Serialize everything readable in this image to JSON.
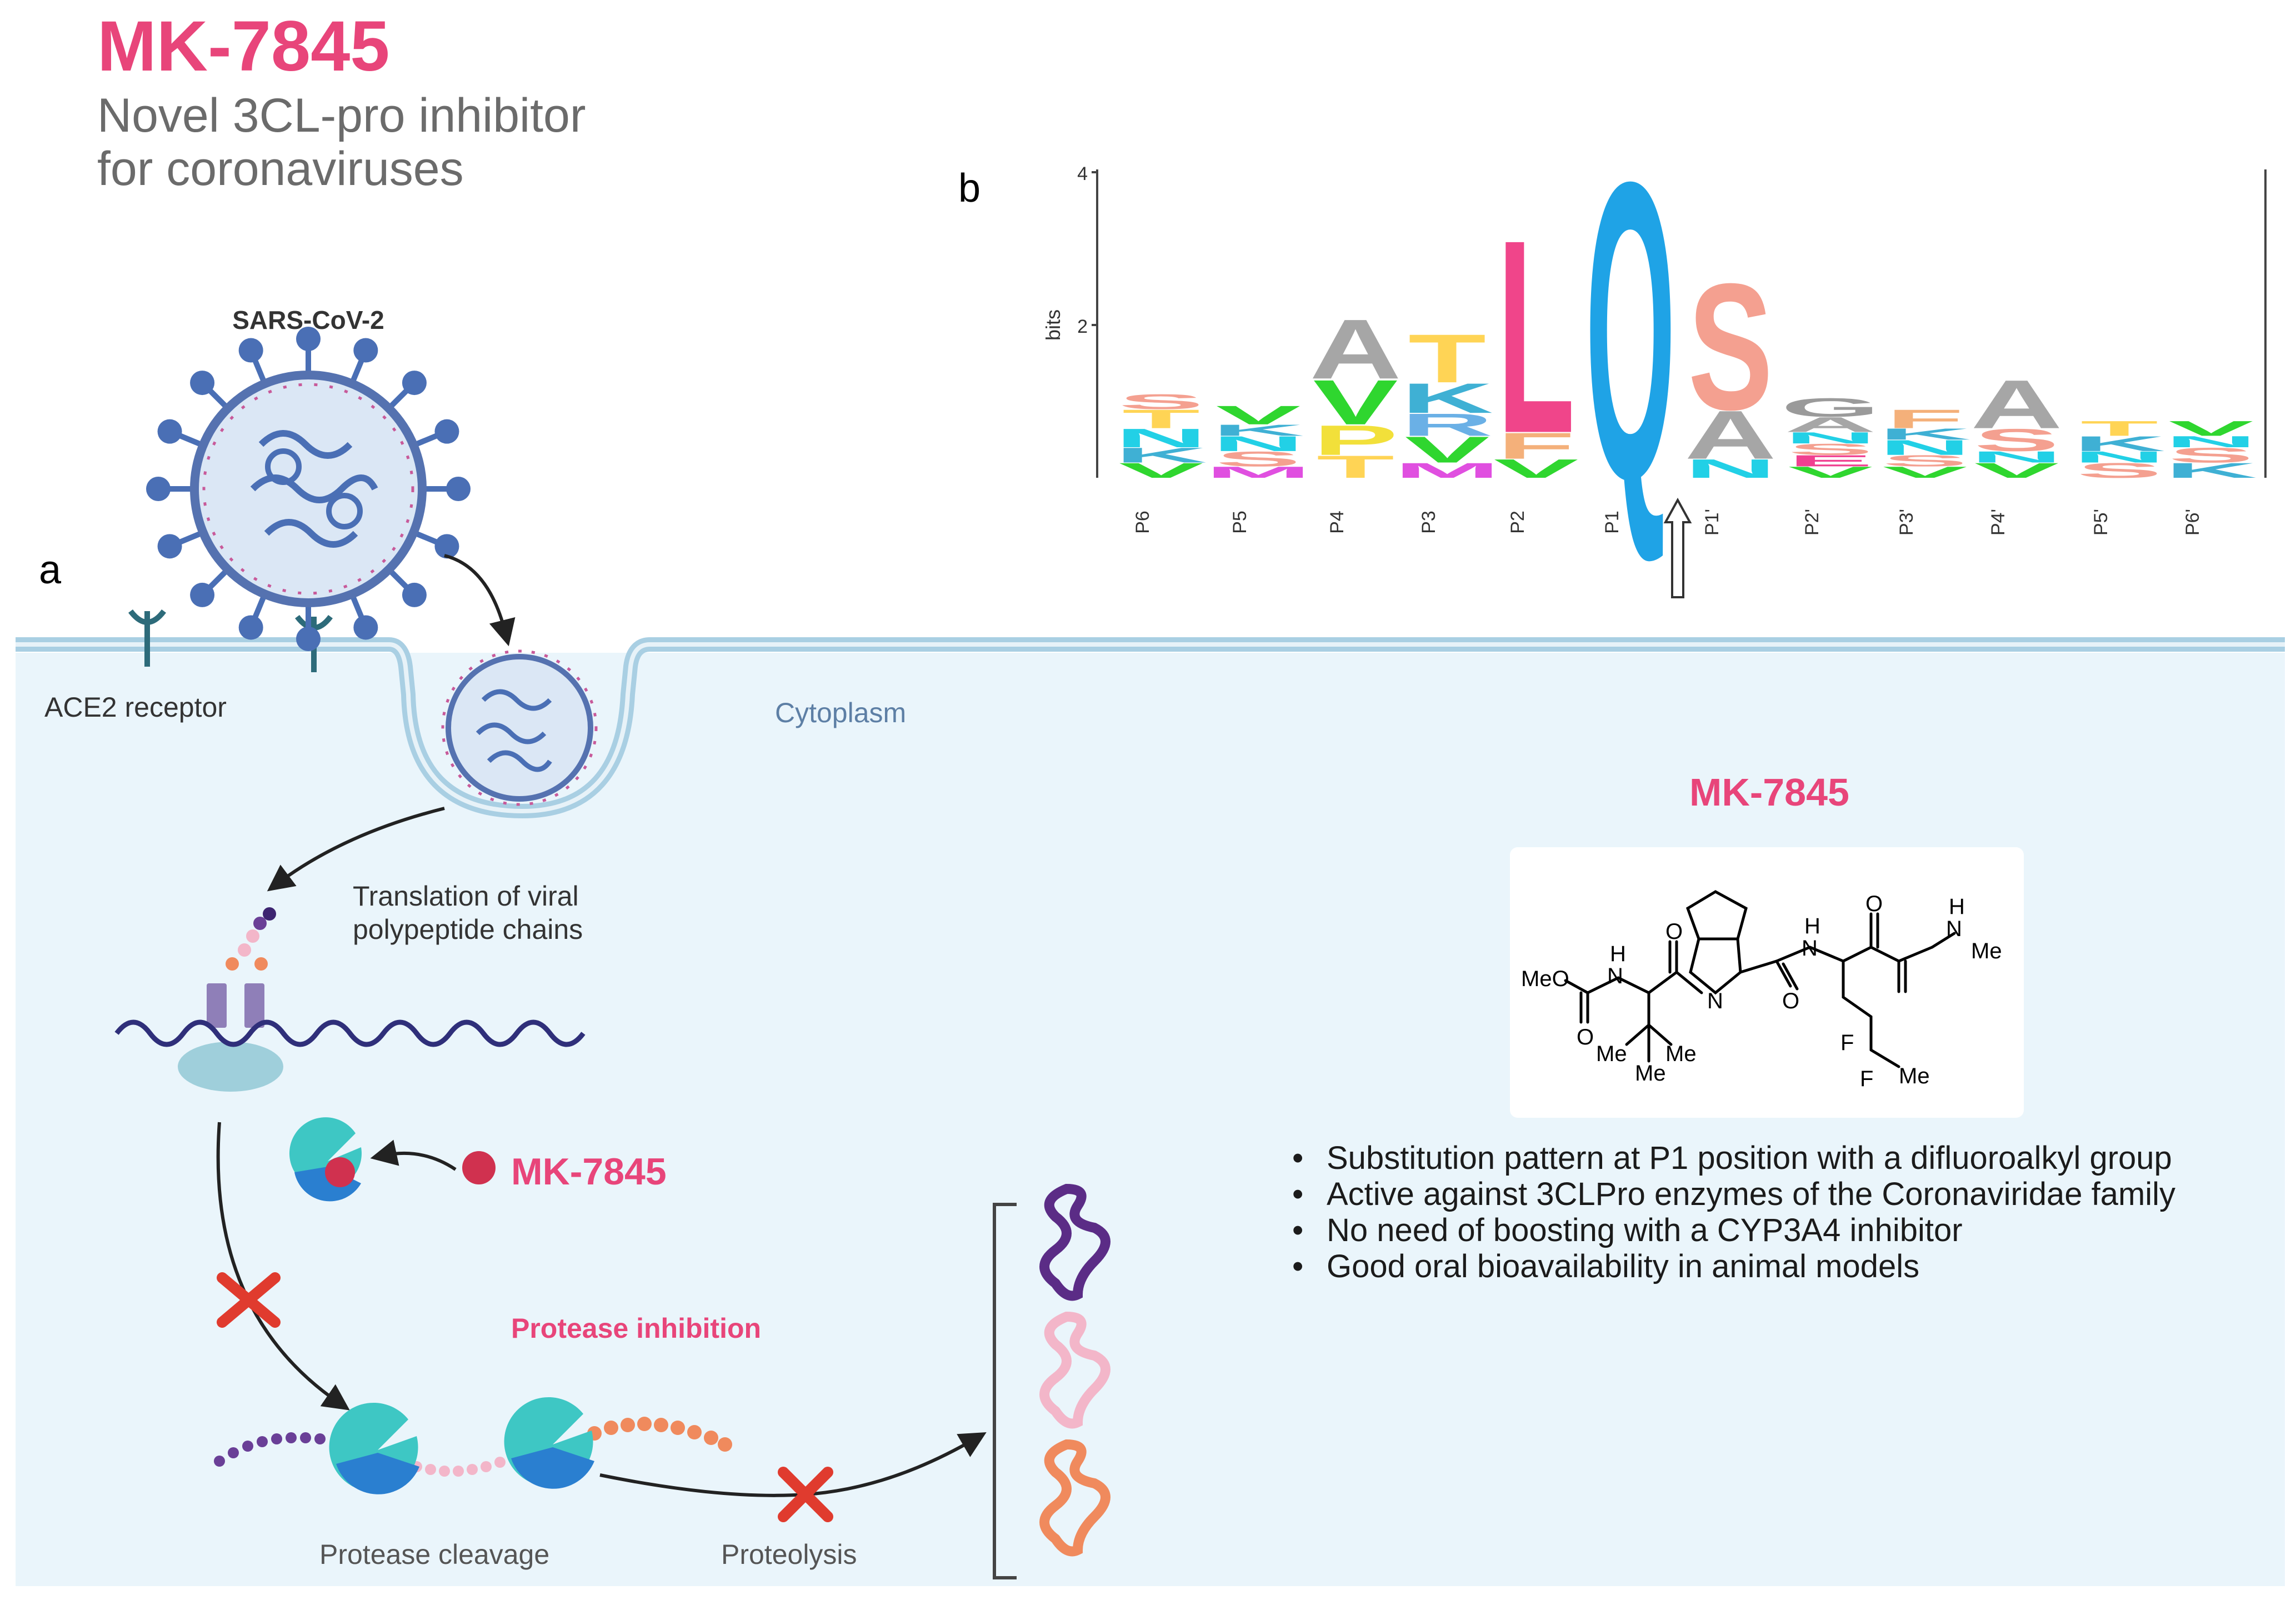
{
  "header": {
    "title": "MK-7845",
    "subtitle_lines": [
      "Novel 3CL-pro inhibitor",
      "for coronaviruses"
    ]
  },
  "panels": {
    "a": "a",
    "b": "b"
  },
  "pathway": {
    "virus_label": "SARS-CoV-2",
    "receptor_label": "ACE2 receptor",
    "cytoplasm_label": "Cytoplasm",
    "translation_label": [
      "Translation of viral",
      "polypeptide chains"
    ],
    "inhibitor_label": "MK-7845",
    "protease_inhibition_label": "Protease inhibition",
    "cleavage_label": "Protease cleavage",
    "proteolysis_label": "Proteolysis"
  },
  "compound": {
    "name": "MK-7845",
    "atoms": {
      "meo": "MeO",
      "h1": "H",
      "n1": "N",
      "o1": "O",
      "me1": "Me",
      "me2": "Me",
      "me3": "Me",
      "n2": "N",
      "o2": "O",
      "h2": "H",
      "n3": "N",
      "o3": "O",
      "o4": "O",
      "h3": "H",
      "n4": "N",
      "me4": "Me",
      "f1": "F",
      "f2": "F",
      "me5": "Me"
    },
    "notes": [
      "Substitution pattern at P1 position with a difluoroalkyl group",
      "Active against 3CLPro enzymes of the Coronaviridae family",
      "No need of boosting with a CYP3A4 inhibitor",
      "Good oral bioavailability in animal models"
    ]
  },
  "colors": {
    "title": "#e8457a",
    "inhibitor": "#e8457a",
    "cytoplasm_bg": "#eaf5fb",
    "membrane": "#a9cfe3",
    "virus_blue": "#4a6fb5",
    "protease_teal": "#3ec7c4",
    "protease_blue": "#2a7fd0",
    "inhibit_x": "#e03b2e"
  },
  "chart_data": {
    "type": "sequence-logo",
    "ylabel": "bits",
    "ylim": [
      0,
      4
    ],
    "yticks": [
      2,
      4
    ],
    "positions": [
      "P6",
      "P5",
      "P4",
      "P3",
      "P2",
      "P1",
      "P1'",
      "P2'",
      "P3'",
      "P4'",
      "P5'",
      "P6'"
    ],
    "cleavage_site": "between P1 and P1'",
    "letters": [
      {
        "position": "P6",
        "stack": [
          {
            "letter": "V",
            "bits": 0.2
          },
          {
            "letter": "K",
            "bits": 0.2
          },
          {
            "letter": "N",
            "bits": 0.25
          },
          {
            "letter": "T",
            "bits": 0.25
          },
          {
            "letter": "S",
            "bits": 0.2
          }
        ]
      },
      {
        "position": "P5",
        "stack": [
          {
            "letter": "M",
            "bits": 0.15
          },
          {
            "letter": "S",
            "bits": 0.2
          },
          {
            "letter": "N",
            "bits": 0.2
          },
          {
            "letter": "K",
            "bits": 0.15
          },
          {
            "letter": "V",
            "bits": 0.25
          }
        ]
      },
      {
        "position": "P4",
        "stack": [
          {
            "letter": "T",
            "bits": 0.3
          },
          {
            "letter": "P",
            "bits": 0.4
          },
          {
            "letter": "V",
            "bits": 0.6
          },
          {
            "letter": "A",
            "bits": 0.8
          }
        ]
      },
      {
        "position": "P3",
        "stack": [
          {
            "letter": "M",
            "bits": 0.2
          },
          {
            "letter": "V",
            "bits": 0.35
          },
          {
            "letter": "R",
            "bits": 0.3
          },
          {
            "letter": "K",
            "bits": 0.4
          },
          {
            "letter": "T",
            "bits": 0.65
          }
        ]
      },
      {
        "position": "P2",
        "stack": [
          {
            "letter": "V",
            "bits": 0.25
          },
          {
            "letter": "F",
            "bits": 0.35
          },
          {
            "letter": "L",
            "bits": 2.6
          }
        ]
      },
      {
        "position": "P1",
        "stack": [
          {
            "letter": "Q",
            "bits": 4.0
          }
        ]
      },
      {
        "position": "P1'",
        "stack": [
          {
            "letter": "N",
            "bits": 0.25
          },
          {
            "letter": "A",
            "bits": 0.65
          },
          {
            "letter": "S",
            "bits": 1.7
          }
        ]
      },
      {
        "position": "P2'",
        "stack": [
          {
            "letter": "V",
            "bits": 0.15
          },
          {
            "letter": "E",
            "bits": 0.15
          },
          {
            "letter": "S",
            "bits": 0.15
          },
          {
            "letter": "N",
            "bits": 0.15
          },
          {
            "letter": "A",
            "bits": 0.2
          },
          {
            "letter": "G",
            "bits": 0.25
          }
        ]
      },
      {
        "position": "P3'",
        "stack": [
          {
            "letter": "V",
            "bits": 0.15
          },
          {
            "letter": "S",
            "bits": 0.15
          },
          {
            "letter": "N",
            "bits": 0.2
          },
          {
            "letter": "K",
            "bits": 0.15
          },
          {
            "letter": "F",
            "bits": 0.25
          }
        ]
      },
      {
        "position": "P4'",
        "stack": [
          {
            "letter": "V",
            "bits": 0.2
          },
          {
            "letter": "N",
            "bits": 0.15
          },
          {
            "letter": "S",
            "bits": 0.3
          },
          {
            "letter": "A",
            "bits": 0.65
          }
        ]
      },
      {
        "position": "P5'",
        "stack": [
          {
            "letter": "S",
            "bits": 0.2
          },
          {
            "letter": "N",
            "bits": 0.15
          },
          {
            "letter": "K",
            "bits": 0.2
          },
          {
            "letter": "T",
            "bits": 0.2
          }
        ]
      },
      {
        "position": "P6'",
        "stack": [
          {
            "letter": "K",
            "bits": 0.2
          },
          {
            "letter": "S",
            "bits": 0.2
          },
          {
            "letter": "N",
            "bits": 0.15
          },
          {
            "letter": "V",
            "bits": 0.2
          }
        ]
      }
    ]
  }
}
